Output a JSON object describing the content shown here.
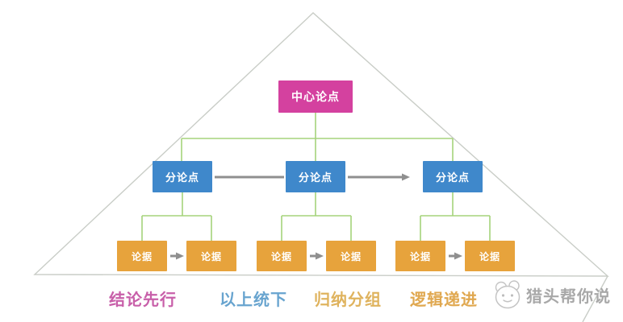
{
  "diagram": {
    "center_node": {
      "label": "中心论点",
      "color": "#d4419f"
    },
    "branch_nodes": [
      {
        "label": "分论点"
      },
      {
        "label": "分论点"
      },
      {
        "label": "分论点"
      }
    ],
    "branch_color": "#3f88cb",
    "leaf_nodes": [
      {
        "label": "论据"
      },
      {
        "label": "论据"
      },
      {
        "label": "论据"
      },
      {
        "label": "论据"
      },
      {
        "label": "论据"
      },
      {
        "label": "论据"
      }
    ],
    "leaf_color": "#e7a33c",
    "connector_color": "#a5d37b",
    "arrow_color": "#8f8f8f",
    "outline_color": "#c9cdc7"
  },
  "legend": {
    "items": [
      {
        "label": "结论先行",
        "color": "#c85fa9"
      },
      {
        "label": "以上统下",
        "color": "#68a4cf"
      },
      {
        "label": "归纳分组",
        "color": "#dfb35e"
      },
      {
        "label": "逻辑递进",
        "color": "#e0a850"
      }
    ]
  },
  "watermark": {
    "text": "猎头帮你说",
    "icon": "cartoon-face-icon",
    "color": "#a8a8a8"
  }
}
